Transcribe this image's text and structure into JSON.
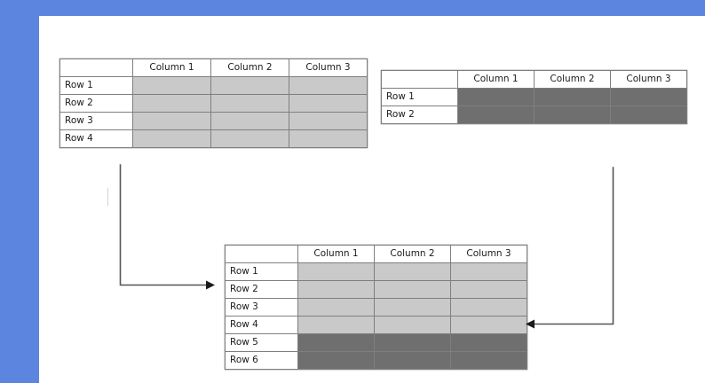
{
  "slide": {
    "frame_color": "#5b85de",
    "background_color": "#ffffff"
  },
  "palette": {
    "light_fill": "#c9c9c9",
    "dark_fill": "#6f6f6f",
    "grid_line": "#7f7f7f",
    "arrow_color": "#404040"
  },
  "diagram": {
    "type": "table-union-concept-diagram",
    "description": "Two source tables combine with arrows into one merged result table"
  },
  "tables": {
    "source_a": {
      "name": "source-table-a",
      "corner_label": "",
      "columns": [
        "Column 1",
        "Column 2",
        "Column 3"
      ],
      "rows": [
        {
          "label": "Row 1",
          "fill": "light"
        },
        {
          "label": "Row 2",
          "fill": "light"
        },
        {
          "label": "Row 3",
          "fill": "light"
        },
        {
          "label": "Row 4",
          "fill": "light"
        }
      ]
    },
    "source_b": {
      "name": "source-table-b",
      "corner_label": "",
      "columns": [
        "Column 1",
        "Column 2",
        "Column 3"
      ],
      "rows": [
        {
          "label": "Row 1",
          "fill": "dark"
        },
        {
          "label": "Row 2",
          "fill": "dark"
        }
      ]
    },
    "result": {
      "name": "result-table",
      "corner_label": "",
      "columns": [
        "Column 1",
        "Column 2",
        "Column 3"
      ],
      "rows": [
        {
          "label": "Row 1",
          "fill": "light"
        },
        {
          "label": "Row 2",
          "fill": "light"
        },
        {
          "label": "Row 3",
          "fill": "light"
        },
        {
          "label": "Row 4",
          "fill": "light"
        },
        {
          "label": "Row 5",
          "fill": "dark"
        },
        {
          "label": "Row 6",
          "fill": "dark"
        }
      ]
    }
  },
  "connectors": [
    {
      "name": "arrow-source-a-to-result",
      "from": "source_a",
      "to": "result",
      "direction": "right"
    },
    {
      "name": "arrow-source-b-to-result",
      "from": "source_b",
      "to": "result",
      "direction": "left"
    }
  ]
}
